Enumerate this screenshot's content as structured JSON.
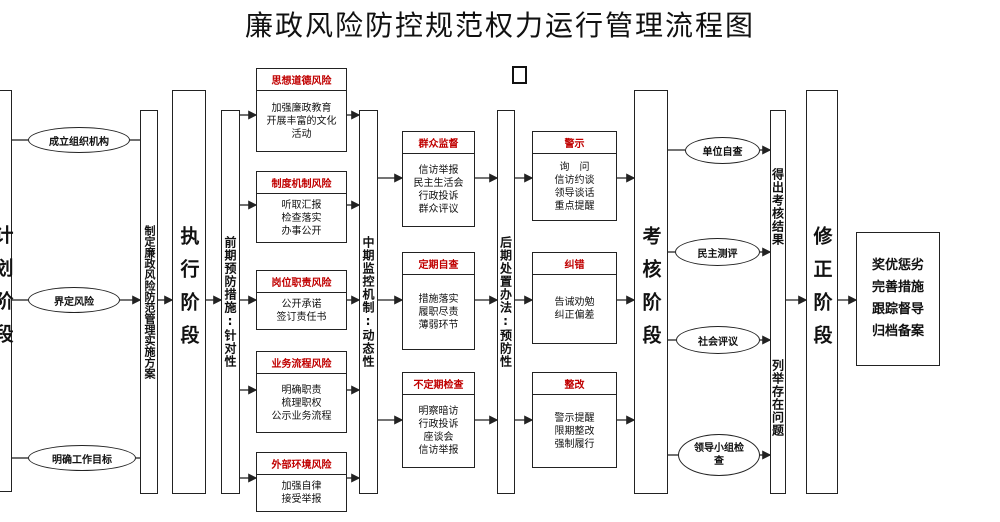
{
  "title": "廉政风险防控规范权力运行管理流程图",
  "stages": {
    "plan": "计划阶段",
    "execute": "执行阶段",
    "assess": "考核阶段",
    "correct": "修正阶段"
  },
  "plan_items": [
    "成立组织机构",
    "界定风险",
    "明确工作目标"
  ],
  "plan_scheme": "制定廉政风险防范管理实施方案",
  "early_label": "前期预防措施:针对性",
  "mid_label": "中期监控机制:动态性",
  "late_label": "后期处置办法:预防性",
  "risks": [
    {
      "title": "思想道德风险",
      "body": "加强廉政教育\n开展丰富的文化\n活动"
    },
    {
      "title": "制度机制风险",
      "body": "听取汇报\n检查落实\n办事公开"
    },
    {
      "title": "岗位职责风险",
      "body": "公开承诺\n签订责任书"
    },
    {
      "title": "业务流程风险",
      "body": "明确职责\n梳理职权\n公示业务流程"
    },
    {
      "title": "外部环境风险",
      "body": "加强自律\n接受举报"
    }
  ],
  "monitor": [
    {
      "title": "群众监督",
      "body": "信访举报\n民主生活会\n行政投诉\n群众评议"
    },
    {
      "title": "定期自查",
      "body": "措施落实\n履职尽责\n薄弱环节"
    },
    {
      "title": "不定期检查",
      "body": "明察暗访\n行政投诉\n座谈会\n信访举报"
    }
  ],
  "disposal": [
    {
      "title": "警示",
      "body": "询　问\n信访约谈\n领导谈话\n重点提醒"
    },
    {
      "title": "纠错",
      "body": "告诫劝勉\n纠正偏差"
    },
    {
      "title": "整改",
      "body": "警示提醒\n限期整改\n强制履行"
    }
  ],
  "assess_items": [
    "单位自查",
    "民主测评",
    "社会评议",
    "领导小组检查"
  ],
  "result_top": "得出考核结果",
  "result_bottom": "列举存在问题",
  "final": "奖优惩劣\n完善措施\n跟踪督导\n归档备案"
}
